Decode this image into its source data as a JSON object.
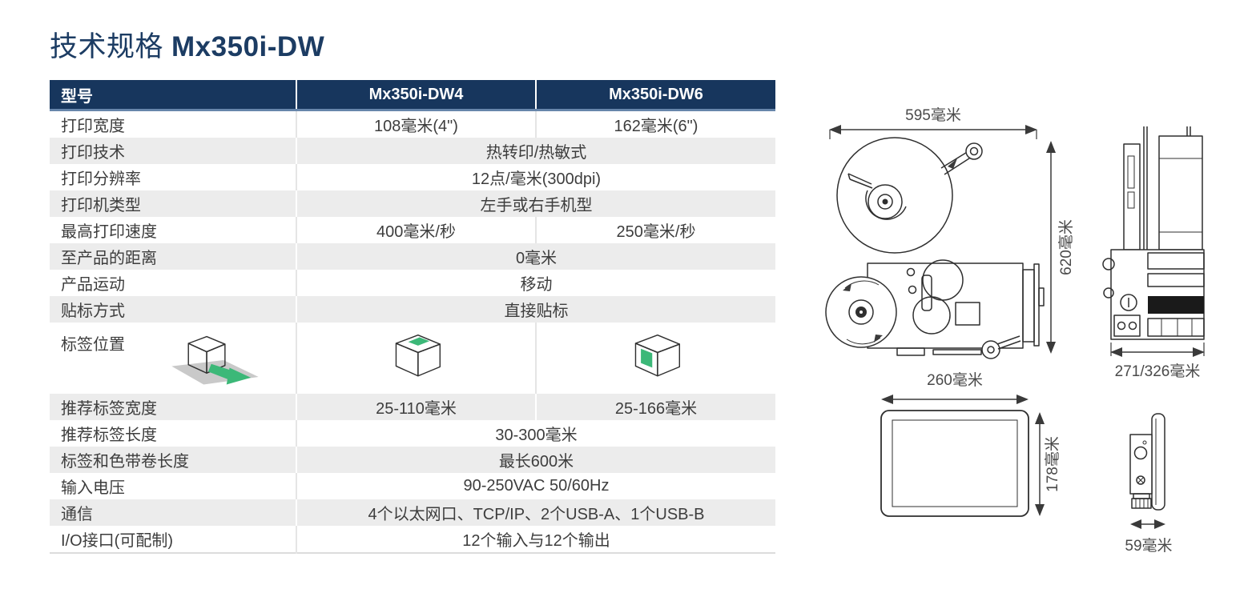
{
  "title": {
    "prefix": "技术规格",
    "model": "Mx350i-DW"
  },
  "table": {
    "header": {
      "col1": "型号",
      "col2": "Mx350i-DW4",
      "col3": "Mx350i-DW6"
    },
    "rows": [
      {
        "label": "打印宽度",
        "dw4": "108毫米(4\")",
        "dw6": "162毫米(6\")"
      },
      {
        "label": "打印技术",
        "span": "热转印/热敏式"
      },
      {
        "label": "打印分辨率",
        "span": "12点/毫米(300dpi)"
      },
      {
        "label": "打印机类型",
        "span": "左手或右手机型"
      },
      {
        "label": "最高打印速度",
        "dw4": "400毫米/秒",
        "dw6": "250毫米/秒"
      },
      {
        "label": "至产品的距离",
        "span": "0毫米"
      },
      {
        "label": "产品运动",
        "span": "移动"
      },
      {
        "label": "贴标方式",
        "span": "直接贴标"
      },
      {
        "label": "标签位置",
        "dw4_icon": "box-label-on-top",
        "dw6_icon": "box-label-on-side",
        "col1_icon": "box-on-conveyor-with-arrow"
      },
      {
        "label": "推荐标签宽度",
        "dw4": "25-110毫米",
        "dw6": "25-166毫米"
      },
      {
        "label": "推荐标签长度",
        "span": "30-300毫米"
      },
      {
        "label": "标签和色带卷长度",
        "span": "最长600米"
      },
      {
        "label": "输入电压",
        "span": "90-250VAC 50/60Hz"
      },
      {
        "label": "通信",
        "span": "4个以太网口、TCP/IP、2个USB-A、1个USB-B"
      },
      {
        "label": "I/O接口(可配制)",
        "span": "12个输入与12个输出"
      }
    ]
  },
  "diagrams": {
    "side_view": {
      "width_label": "595毫米",
      "height_label": "620毫米"
    },
    "front_view": {
      "width_label": "271/326毫米"
    },
    "touchscreen_front": {
      "width_label": "260毫米",
      "height_label": "178毫米"
    },
    "touchscreen_side": {
      "width_label": "59毫米"
    }
  },
  "colors": {
    "header_bg": "#17365d",
    "header_accent_line": "#6786ab",
    "row_alt_bg": "#ececec",
    "title_text": "#1c3c63",
    "label_green": "#3cb878",
    "conveyor_gray": "#c9c9c9"
  }
}
